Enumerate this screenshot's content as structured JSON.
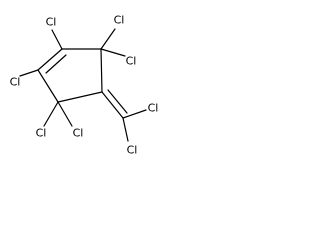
{
  "molecule": {
    "atoms": {
      "cl_a": "Cl",
      "cl_b": "Cl",
      "cl_c": "Cl",
      "cl_d": "Cl",
      "cl_e": "Cl",
      "cl_f": "Cl",
      "cl_g": "Cl",
      "cl_h": "Cl"
    }
  }
}
